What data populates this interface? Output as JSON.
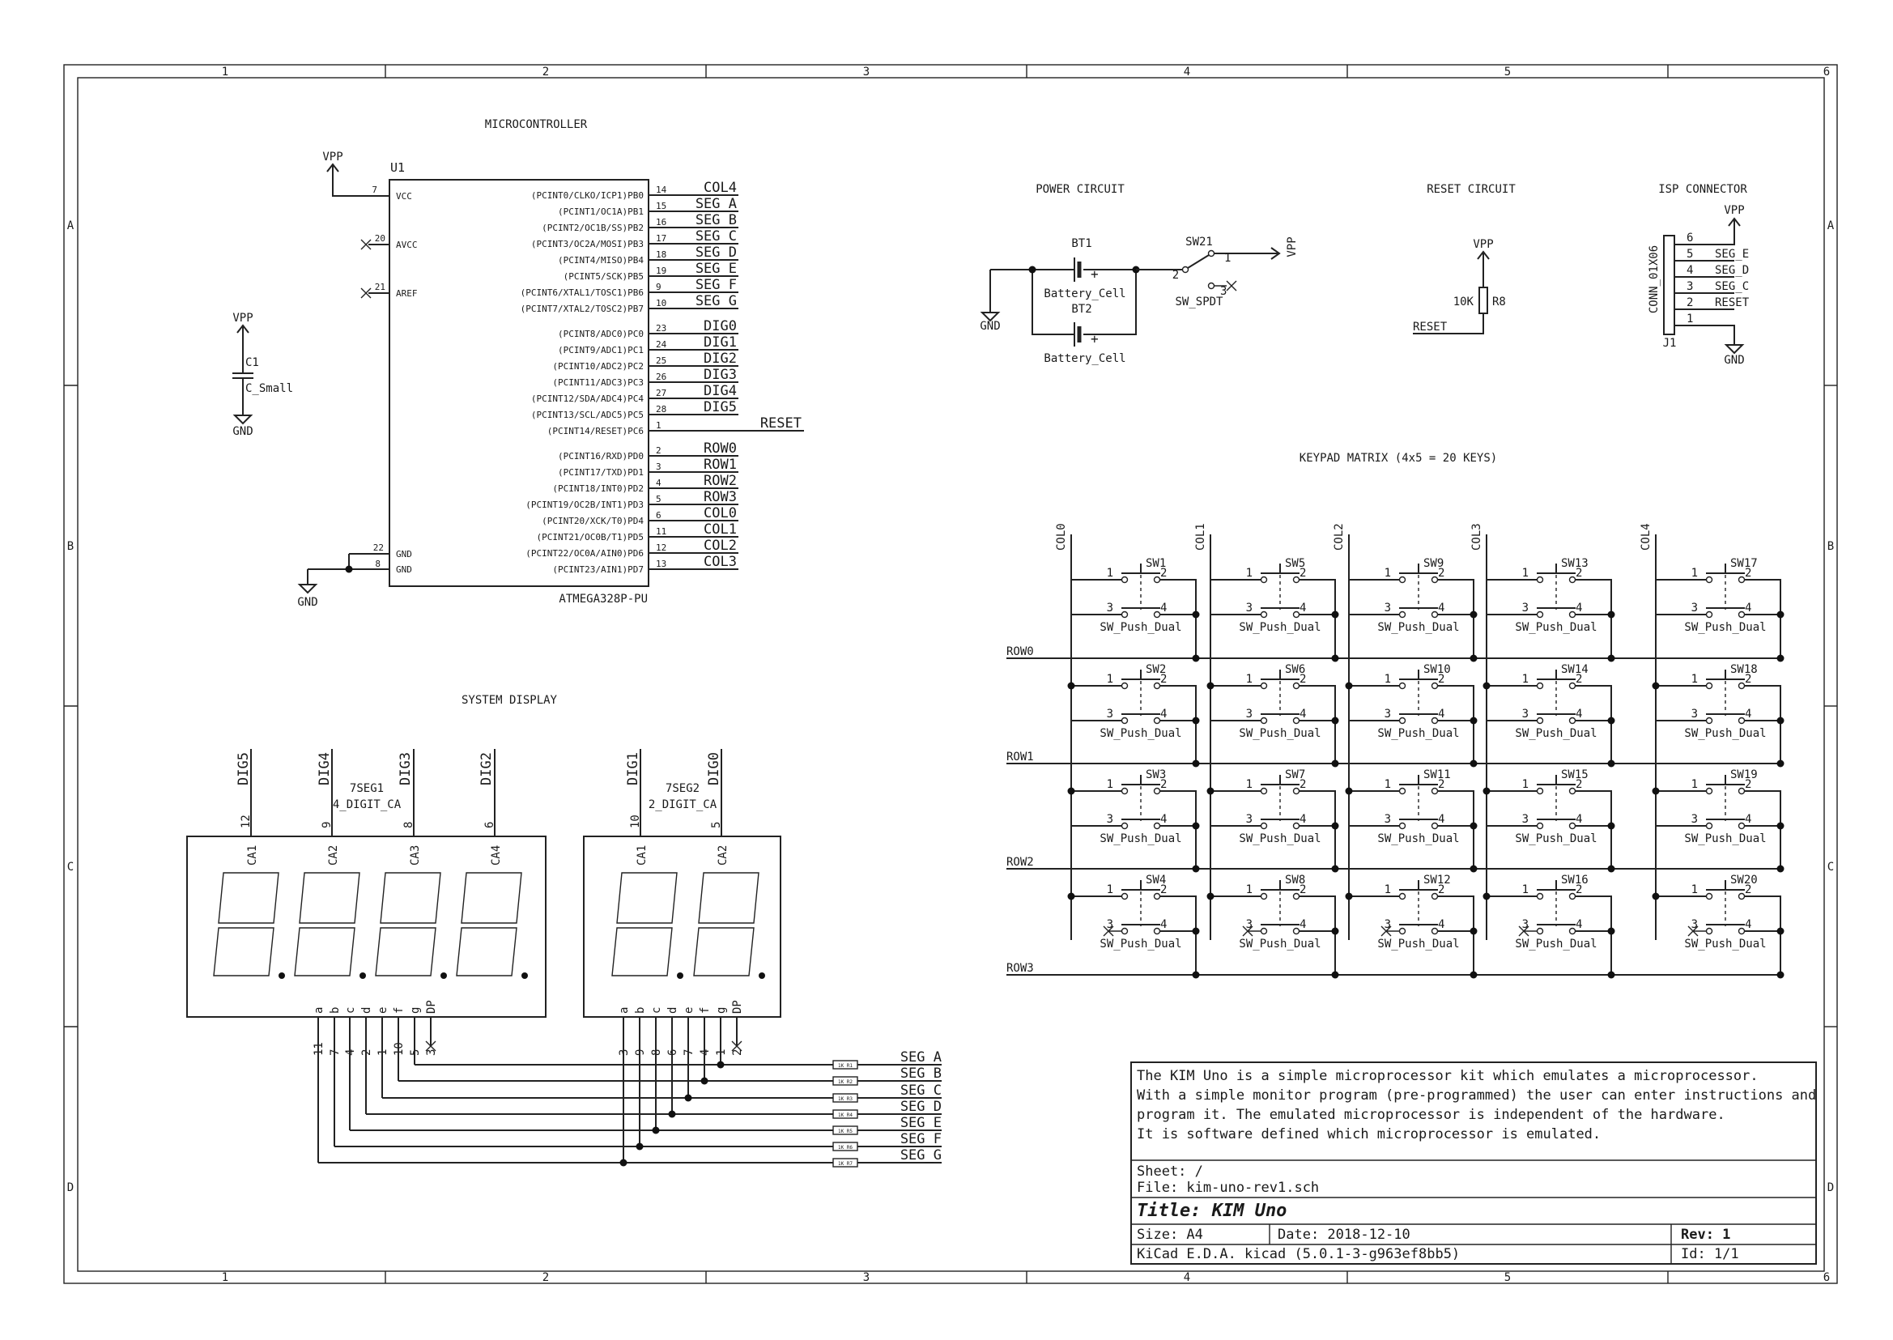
{
  "sheet": {
    "col_markers": [
      "1",
      "2",
      "3",
      "4",
      "5",
      "6"
    ],
    "row_markers": [
      "A",
      "B",
      "C",
      "D"
    ]
  },
  "sections": {
    "microcontroller": "MICROCONTROLLER",
    "power": "POWER CIRCUIT",
    "reset": "RESET CIRCUIT",
    "isp": "ISP CONNECTOR",
    "keypad": "KEYPAD MATRIX (4x5 = 20 KEYS)",
    "display": "SYSTEM DISPLAY"
  },
  "mcu": {
    "ref": "U1",
    "part": "ATMEGA328P-PU",
    "vpp_label": "VPP",
    "gnd_label": "GND",
    "left_pins": [
      {
        "num": "7",
        "name": "VCC"
      },
      {
        "num": "20",
        "name": "AVCC"
      },
      {
        "num": "21",
        "name": "AREF"
      },
      {
        "num": "22",
        "name": "GND"
      },
      {
        "num": "8",
        "name": "GND"
      }
    ],
    "right_pins": [
      {
        "num": "14",
        "name": "(PCINT0/CLKO/ICP1)PB0",
        "net": "COL4"
      },
      {
        "num": "15",
        "name": "(PCINT1/OC1A)PB1",
        "net": "SEG_A"
      },
      {
        "num": "16",
        "name": "(PCINT2/OC1B/SS)PB2",
        "net": "SEG_B"
      },
      {
        "num": "17",
        "name": "(PCINT3/OC2A/MOSI)PB3",
        "net": "SEG_C"
      },
      {
        "num": "18",
        "name": "(PCINT4/MISO)PB4",
        "net": "SEG_D"
      },
      {
        "num": "19",
        "name": "(PCINT5/SCK)PB5",
        "net": "SEG_E"
      },
      {
        "num": "9",
        "name": "(PCINT6/XTAL1/TOSC1)PB6",
        "net": "SEG_F"
      },
      {
        "num": "10",
        "name": "(PCINT7/XTAL2/TOSC2)PB7",
        "net": "SEG_G"
      },
      {
        "num": "23",
        "name": "(PCINT8/ADC0)PC0",
        "net": "DIG0"
      },
      {
        "num": "24",
        "name": "(PCINT9/ADC1)PC1",
        "net": "DIG1"
      },
      {
        "num": "25",
        "name": "(PCINT10/ADC2)PC2",
        "net": "DIG2"
      },
      {
        "num": "26",
        "name": "(PCINT11/ADC3)PC3",
        "net": "DIG3"
      },
      {
        "num": "27",
        "name": "(PCINT12/SDA/ADC4)PC4",
        "net": "DIG4"
      },
      {
        "num": "28",
        "name": "(PCINT13/SCL/ADC5)PC5",
        "net": "DIG5"
      },
      {
        "num": "1",
        "name": "(PCINT14/RESET)PC6",
        "net": "RESET"
      },
      {
        "num": "2",
        "name": "(PCINT16/RXD)PD0",
        "net": "ROW0"
      },
      {
        "num": "3",
        "name": "(PCINT17/TXD)PD1",
        "net": "ROW1"
      },
      {
        "num": "4",
        "name": "(PCINT18/INT0)PD2",
        "net": "ROW2"
      },
      {
        "num": "5",
        "name": "(PCINT19/OC2B/INT1)PD3",
        "net": "ROW3"
      },
      {
        "num": "6",
        "name": "(PCINT20/XCK/T0)PD4",
        "net": "COL0"
      },
      {
        "num": "11",
        "name": "(PCINT21/OC0B/T1)PD5",
        "net": "COL1"
      },
      {
        "num": "12",
        "name": "(PCINT22/OC0A/AIN0)PD6",
        "net": "COL2"
      },
      {
        "num": "13",
        "name": "(PCINT23/AIN1)PD7",
        "net": "COL3"
      }
    ]
  },
  "cap": {
    "ref": "C1",
    "value": "C_Small",
    "vpp": "VPP",
    "gnd": "GND"
  },
  "power": {
    "bt1": "BT1",
    "bt2": "BT2",
    "bt_value": "Battery_Cell",
    "sw": "SW21",
    "sw_value": "SW_SPDT",
    "gnd": "GND",
    "vpp": "VPP",
    "pin1": "1",
    "pin2": "2",
    "pin3": "3",
    "plus": "+"
  },
  "reset": {
    "vpp": "VPP",
    "ref": "R8",
    "value": "10K",
    "net": "RESET"
  },
  "isp": {
    "ref": "J1",
    "value": "CONN_01X06",
    "vpp": "VPP",
    "gnd": "GND",
    "pins": [
      {
        "num": "6",
        "net": ""
      },
      {
        "num": "5",
        "net": "SEG_E"
      },
      {
        "num": "4",
        "net": "SEG_D"
      },
      {
        "num": "3",
        "net": "SEG_C"
      },
      {
        "num": "2",
        "net": "RESET"
      },
      {
        "num": "1",
        "net": ""
      }
    ]
  },
  "keypad": {
    "cols": [
      "COL0",
      "COL1",
      "COL2",
      "COL3",
      "COL4"
    ],
    "rows": [
      "ROW0",
      "ROW1",
      "ROW2",
      "ROW3"
    ],
    "switch_value": "SW_Push_Dual",
    "switches": [
      [
        "SW1",
        "SW5",
        "SW9",
        "SW13",
        "SW17"
      ],
      [
        "SW2",
        "SW6",
        "SW10",
        "SW14",
        "SW18"
      ],
      [
        "SW3",
        "SW7",
        "SW11",
        "SW15",
        "SW19"
      ],
      [
        "SW4",
        "SW8",
        "SW12",
        "SW16",
        "SW20"
      ]
    ],
    "pin_labels": [
      "1",
      "2",
      "3",
      "4"
    ]
  },
  "display": {
    "d1": {
      "ref": "7SEG1",
      "value": "4_DIGIT_CA",
      "digit_nets": [
        "DIG5",
        "DIG4",
        "DIG3",
        "DIG2"
      ],
      "ca_pins": [
        "12",
        "9",
        "8",
        "6"
      ],
      "ca_names": [
        "CA1",
        "CA2",
        "CA3",
        "CA4"
      ],
      "seg_names": [
        "a",
        "b",
        "c",
        "d",
        "e",
        "f",
        "g",
        "DP"
      ],
      "seg_pins": [
        "11",
        "7",
        "4",
        "2",
        "1",
        "10",
        "5",
        "3"
      ]
    },
    "d2": {
      "ref": "7SEG2",
      "value": "2_DIGIT_CA",
      "digit_nets": [
        "DIG1",
        "DIG0"
      ],
      "ca_pins": [
        "10",
        "5"
      ],
      "ca_names": [
        "CA1",
        "CA2"
      ],
      "seg_names": [
        "a",
        "b",
        "c",
        "d",
        "e",
        "f",
        "g",
        "DP"
      ],
      "seg_pins": [
        "3",
        "9",
        "8",
        "6",
        "7",
        "4",
        "1",
        "2"
      ]
    },
    "resistors": [
      "1K R1",
      "1K R2",
      "1K R3",
      "1K R4",
      "1K R5",
      "1K R6",
      "1K R7"
    ],
    "seg_nets": [
      "SEG_A",
      "SEG_B",
      "SEG_C",
      "SEG_D",
      "SEG_E",
      "SEG_F",
      "SEG_G"
    ]
  },
  "title_block": {
    "description": [
      "The KIM Uno is a simple microprocessor kit which emulates a microprocessor.",
      "With a simple monitor program (pre-programmed) the user can enter instructions and",
      "program it. The emulated microprocessor is independent of the hardware.",
      "It is software defined which microprocessor is emulated."
    ],
    "sheet": "Sheet: /",
    "file": "File: kim-uno-rev1.sch",
    "title": "Title: KIM Uno",
    "size": "Size: A4",
    "date": "Date: 2018-12-10",
    "rev": "Rev: 1",
    "tool": "KiCad E.D.A.  kicad (5.0.1-3-g963ef8bb5)",
    "id": "Id: 1/1"
  }
}
